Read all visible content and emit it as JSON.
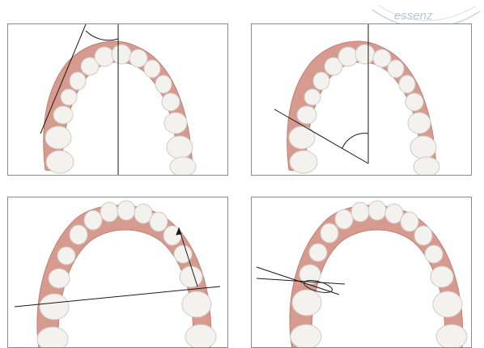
{
  "watermark": {
    "text": "essenz"
  },
  "colors": {
    "gum": "#d79a8f",
    "gum_shadow": "#c27e74",
    "tooth": "#f4f2ef",
    "tooth_shadow": "#cfcac4",
    "line": "#1a1a1a",
    "panel_border": "#8a8a8a",
    "watermark": "#b8c7d8"
  },
  "panels": [
    {
      "name": "arch-angle-front"
    },
    {
      "name": "arch-angle-lateral"
    },
    {
      "name": "lower-arch-molar-line"
    },
    {
      "name": "lower-arch-tooth-axis"
    }
  ]
}
